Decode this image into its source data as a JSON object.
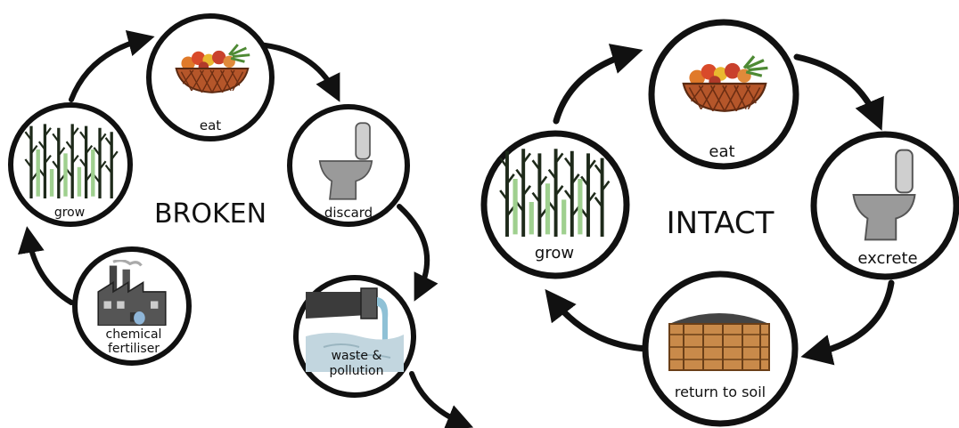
{
  "broken_cycle": {
    "title": "BROKEN",
    "nodes": {
      "eat": "eat",
      "discard": "discard",
      "waste": [
        "waste &",
        "pollution"
      ],
      "fertiliser": [
        "chemical",
        "fertiliser"
      ],
      "grow": "grow"
    }
  },
  "intact_cycle": {
    "title": "INTACT",
    "nodes": {
      "eat": "eat",
      "excrete": "excrete",
      "soil": "return to soil",
      "grow": "grow"
    }
  },
  "colors": {
    "outline": "#111111",
    "basket": "#b5562a",
    "plant_dark": "#1e2a1a",
    "plant_light": "#9fd08f",
    "toilet": "#9a9a9a",
    "water": "#9cc7d8",
    "compost_wood": "#c98a4a",
    "compost_top": "#444444"
  },
  "icons": {
    "eat": "fruit-basket-icon",
    "discard": "toilet-icon",
    "excrete": "toilet-icon",
    "waste": "pipe-outflow-icon",
    "fertiliser": "factory-icon",
    "grow": "crop-field-icon",
    "soil": "compost-bin-icon"
  }
}
